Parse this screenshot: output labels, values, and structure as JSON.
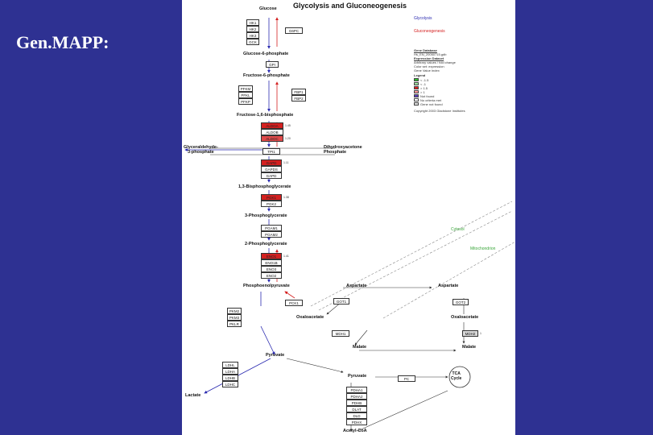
{
  "slide": {
    "label": "Gen.MAPP:"
  },
  "diagram": {
    "title": "Glycolysis and Gluconeogenesis",
    "legend_directions": {
      "glycolysis": "Glycolysis",
      "gluconeogenesis": "Gluconeogenesis"
    },
    "legend_block": {
      "header": "Gene Database",
      "line1": "Hs_EN_20050715.gdb",
      "color_set": "Expression Dataset",
      "lines": [
        "Arbitrary values / fold change",
        "Color set: expression",
        "Gene Value Index"
      ],
      "legend_title": "Legend",
      "items": [
        {
          "color": "#2fbf2f",
          "label": "< -1.5"
        },
        {
          "color": "#a0e0a0",
          "label": "< -1"
        },
        {
          "color": "#e02020",
          "label": "> 1.5"
        },
        {
          "color": "#ff9a9a",
          "label": "> 1"
        },
        {
          "color": "#5a3fbf",
          "label": "Not found"
        },
        {
          "color": "#ffffff",
          "label": "No criteria met"
        },
        {
          "color": "#dddddd",
          "label": "Gene not found"
        }
      ],
      "copyright": "Copyright 2003 Gladstone Institutes"
    },
    "metabolites": {
      "glucose": "Glucose",
      "g6p": "Glucose-6-phosphate",
      "f6p": "Fructose-6-phosphate",
      "f16bp": "Fructose-1,6-bisphosphate",
      "glyceraldehyde": "Glyceraldehyde-\n3-phosphate",
      "dhap": "Dihydroxyacetone\nPhosphate",
      "bpg": "1,3-Bisphosphoglycerate",
      "pg3": "3-Phosphoglycerate",
      "pg2": "2-Phosphoglycerate",
      "pep": "Phosphoenolpyruvate",
      "aspartate_l": "Aspartate",
      "aspartate_r": "Aspartate",
      "oaa_l": "Oxaloacetate",
      "oaa_r": "Oxaloacetate",
      "malate_l": "Malate",
      "malate_r": "Malate",
      "pyruvate": "Pyruvate",
      "pyruvate_m": "Pyruvate",
      "lactate": "Lactate",
      "acetylcoa": "Acetyl-CoA",
      "tca": "TCA\nCycle"
    },
    "compartments": {
      "cytosol": "Cytosol",
      "mito": "Mitochondrion"
    },
    "genes": {
      "hk": [
        "HK1",
        "HK2",
        "HK3",
        "GCK"
      ],
      "g6pc": "G6PC",
      "gpi": "GPI",
      "pfk": [
        "PFKM",
        "PFKL",
        "PFKP"
      ],
      "fbp": [
        "FBP1",
        "FBP2"
      ],
      "aldo": [
        "ALDOA",
        "ALDOB",
        "ALDOC"
      ],
      "tpi": "TPI1",
      "gap": [
        "GAPD",
        "GAPDS",
        "GAPD"
      ],
      "pgk": [
        "PGK1",
        "PGK2"
      ],
      "pgam": [
        "PGAM1",
        "PGAM2"
      ],
      "eno": [
        "ENO1",
        "ENO1B",
        "ENO3",
        "ENO2"
      ],
      "pck": "PCK1",
      "got1": "GOT1",
      "got2": "GOT2",
      "mdh1": "MDH1",
      "mdh2": "MDH2",
      "pkm": [
        "PKM2",
        "PKM3",
        "PKLR"
      ],
      "ldh": [
        "LDHL",
        "LDHA",
        "LDHB",
        "LDHC"
      ],
      "pc": "PC",
      "pdh": [
        "PDHA1",
        "PDHA2",
        "PDHB",
        "DLAT",
        "DLD",
        "PDHX"
      ]
    },
    "fold_values": {
      "aldoa": "1.45",
      "aldoc": "1.20",
      "gapd": "1.11",
      "pgk1": "1.38",
      "eno1": "1.41",
      "mdh2": "1"
    }
  }
}
